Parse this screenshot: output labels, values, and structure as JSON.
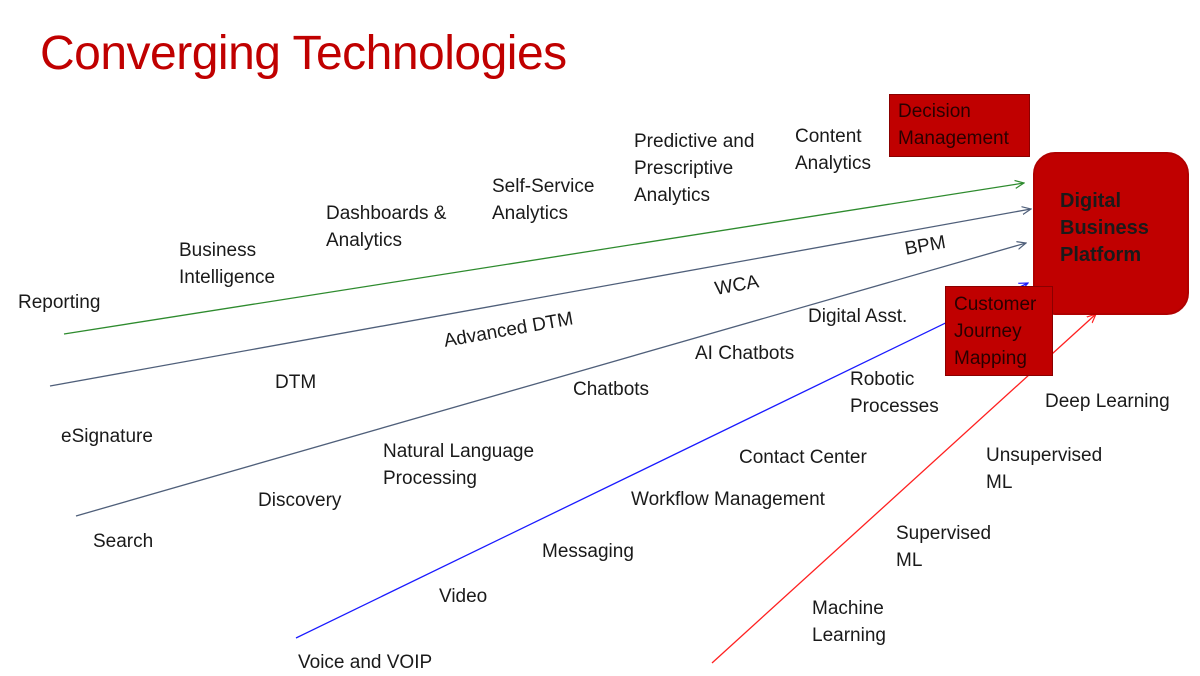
{
  "title": "Converging Technologies",
  "platform": [
    "Digital",
    "Business",
    "Platform"
  ],
  "boxes": {
    "decision": [
      "Decision",
      "Management"
    ],
    "customer": [
      "Customer",
      "Journey",
      "Mapping"
    ]
  },
  "labels": {
    "reporting": "Reporting",
    "bi": [
      "Business",
      "Intelligence"
    ],
    "dashboards": [
      "Dashboards &",
      "Analytics"
    ],
    "selfservice": [
      "Self-Service",
      "Analytics"
    ],
    "predictive": [
      "Predictive and",
      "Prescriptive",
      "Analytics"
    ],
    "content": [
      "Content",
      "Analytics"
    ],
    "esignature": "eSignature",
    "dtm": "DTM",
    "advdtm": "Advanced DTM",
    "wca": "WCA",
    "bpm": "BPM",
    "search": "Search",
    "discovery": "Discovery",
    "nlp": [
      "Natural Language",
      "Processing"
    ],
    "chatbots": "Chatbots",
    "aichatbots": "AI Chatbots",
    "digitalasst": "Digital Asst.",
    "voip": "Voice and VOIP",
    "video": "Video",
    "messaging": "Messaging",
    "workflow": "Workflow Management",
    "contact": "Contact Center",
    "robotic": [
      "Robotic",
      "Processes"
    ],
    "ml": [
      "Machine",
      "Learning"
    ],
    "supervised": [
      "Supervised",
      "ML"
    ],
    "unsupervised": [
      "Unsupervised",
      "ML"
    ],
    "deep": "Deep Learning"
  },
  "colors": {
    "title": "#c00000",
    "accent_box": "#c00000",
    "line_green": "#2e8b2e",
    "line_slate": "#4f5f7a",
    "line_blue": "#1a1aff",
    "line_red": "#ff2020"
  }
}
